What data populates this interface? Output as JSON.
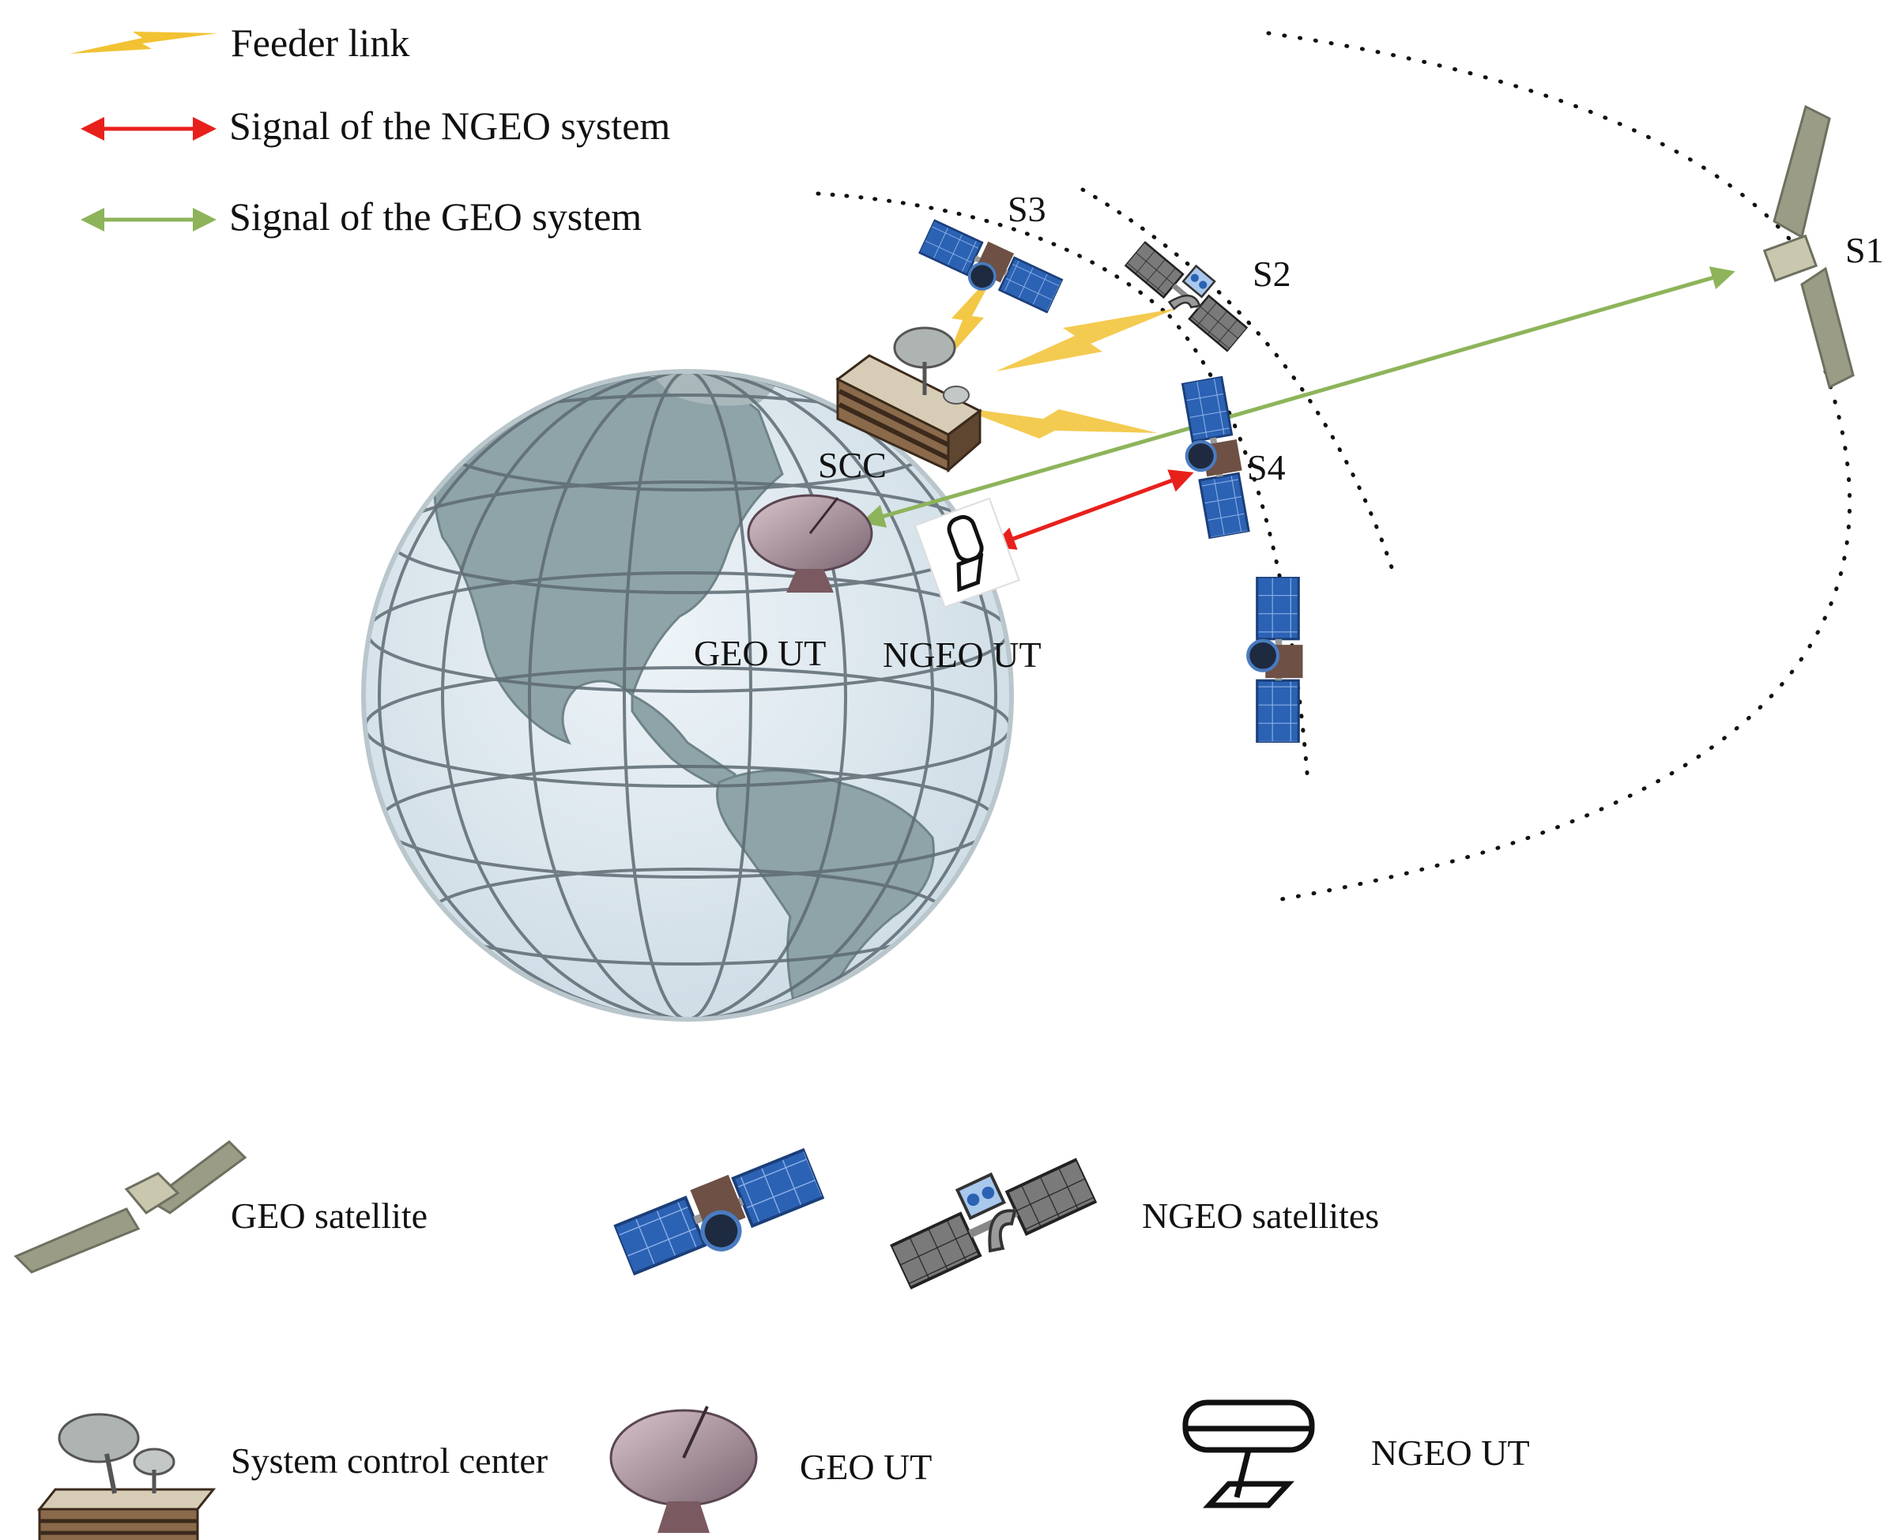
{
  "legend": {
    "feeder_link": "Feeder link",
    "ngeo_signal": "Signal of the NGEO system",
    "geo_signal": "Signal of the GEO system"
  },
  "satellites": {
    "s1": "S1",
    "s2": "S2",
    "s3": "S3",
    "s4": "S4"
  },
  "ground": {
    "scc": "SCC",
    "geo_ut": "GEO UT",
    "ngeo_ut": "NGEO UT"
  },
  "key": {
    "geo_satellite": "GEO satellite",
    "ngeo_satellites": "NGEO satellites",
    "system_control_center": "System control center",
    "geo_ut": "GEO UT",
    "ngeo_ut": "NGEO UT"
  },
  "colors": {
    "ngeo_signal": "#e8201c",
    "geo_signal": "#8db45a",
    "feeder": "#f2c232",
    "solar_blue": "#2c62b4",
    "solar_grey": "#6b6b6b",
    "geo_panel": "#9a9c86",
    "globe_land": "#8fa4a8",
    "globe_sea": "#dde9ef"
  }
}
